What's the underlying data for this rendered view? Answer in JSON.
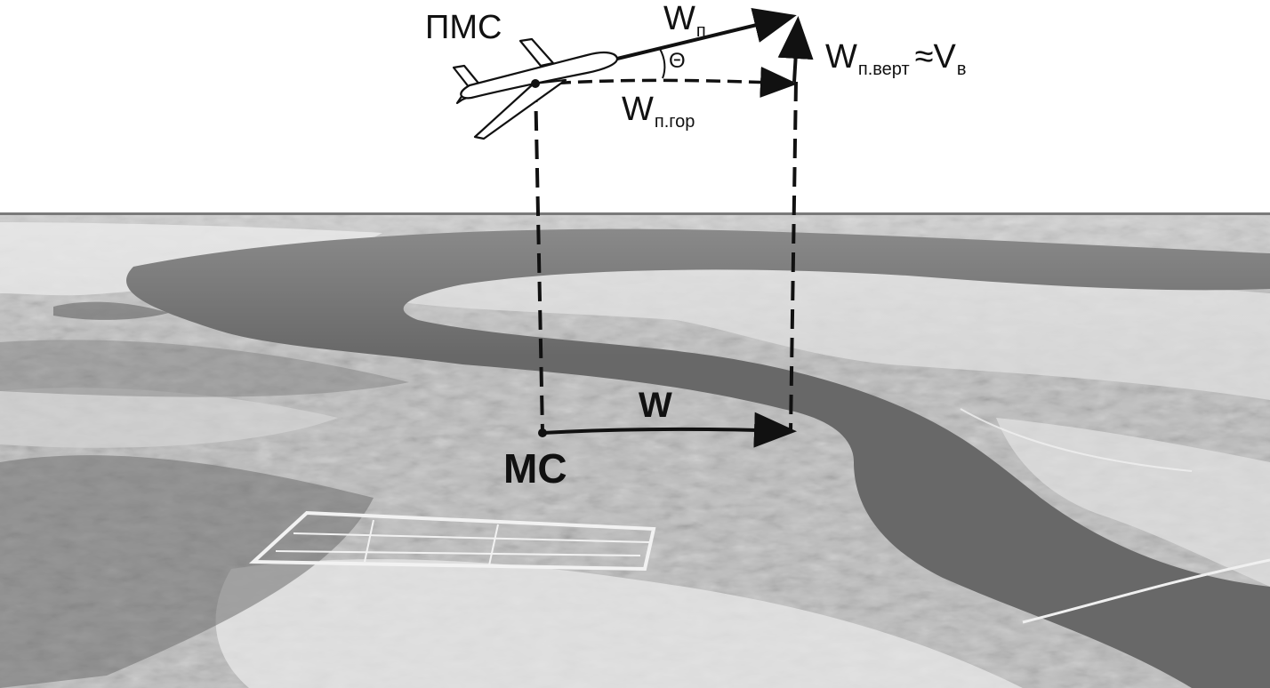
{
  "labels": {
    "pms": "ПМС",
    "w_p": {
      "main": "W",
      "sub": "п"
    },
    "theta": "Θ",
    "w_p_vert": {
      "main": "W",
      "sub": "п.верт",
      "approx": "≈",
      "v": "V",
      "v_sub": "в"
    },
    "w_p_gor": {
      "main": "W",
      "sub": "п.гор"
    },
    "w": "W",
    "ms": "МС"
  },
  "colors": {
    "ink": "#111111",
    "sky": "#ffffff",
    "horizon": "#7a7a7a",
    "land": "#b5b5b5",
    "land_light": "#d9d9d9",
    "water": "#6a6a6a"
  },
  "icons": {
    "aircraft": "airplane-icon"
  }
}
